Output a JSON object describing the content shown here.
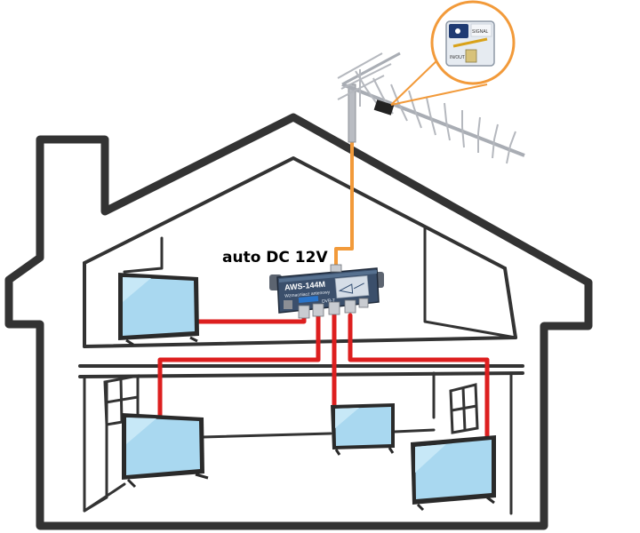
{
  "diagram": {
    "power_label": "auto DC 12V",
    "amplifier": {
      "model": "AWS-144M",
      "subtitle": "Wzmacniacz antenowy",
      "badge": "DVB-T"
    },
    "colors": {
      "house_outline": "#333333",
      "coax_red": "#dd1f1f",
      "coax_orange": "#f29a3a",
      "tv_screen": "#a9d8f0",
      "tv_bezel": "#2a2a2a",
      "amplifier_body": "#3b4f6b",
      "callout_ring": "#f29a3a"
    },
    "icons": [
      "yagi-antenna",
      "antenna-preamp-module",
      "amplifier-splitter",
      "tv-screen",
      "window"
    ],
    "tv_count": 4
  }
}
